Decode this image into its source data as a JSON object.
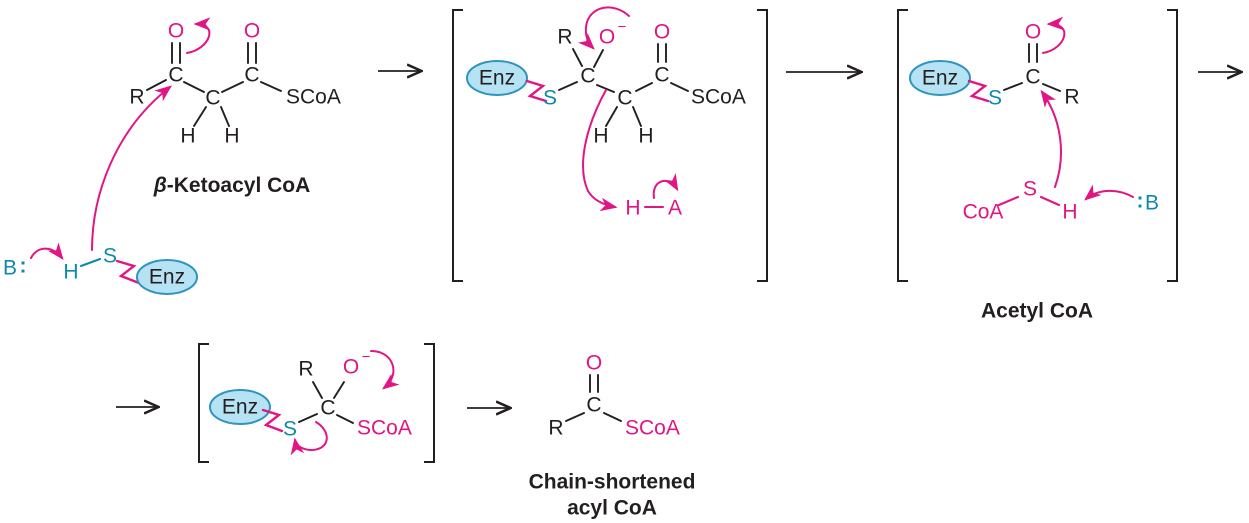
{
  "figure_type": "reaction-mechanism-diagram",
  "colors": {
    "ink": "#231f20",
    "pink": "#e11584",
    "teal": "#0e89ab",
    "enzFill": "#b6e3f4",
    "enzStroke": "#3094bd"
  },
  "structures": {
    "s1": {
      "R": "R",
      "C1": "C",
      "O1": "O",
      "Cmid": "C",
      "H1": "H",
      "H2": "H",
      "C2": "C",
      "O2": "O",
      "SCoA": "SCoA",
      "caption_beta": "β",
      "caption_rest": "-Ketoacyl CoA"
    },
    "thiol": {
      "B": "B",
      "lone_pair": ":",
      "H": "H",
      "S": "S",
      "Enz": "Enz"
    },
    "i1": {
      "Enz": "Enz",
      "S": "S",
      "C": "C",
      "R": "R",
      "O": "O",
      "charge": "−",
      "Cmid": "C",
      "H1": "H",
      "H2": "H",
      "C2": "C",
      "O2": "O",
      "SCoA": "SCoA",
      "HA_H": "H",
      "HA_A": "A"
    },
    "i2": {
      "Enz": "Enz",
      "S": "S",
      "C": "C",
      "O": "O",
      "R": "R",
      "CoA": "CoA",
      "S2": "S",
      "H": "H",
      "lone_pair": ":",
      "B": "B",
      "caption": "Acetyl CoA"
    },
    "i3": {
      "Enz": "Enz",
      "S": "S",
      "C": "C",
      "R": "R",
      "O": "O",
      "charge": "−",
      "SCoA": "SCoA"
    },
    "product": {
      "R": "R",
      "C": "C",
      "O": "O",
      "SCoA": "SCoA",
      "caption1": "Chain-shortened",
      "caption2": "acyl CoA"
    }
  }
}
